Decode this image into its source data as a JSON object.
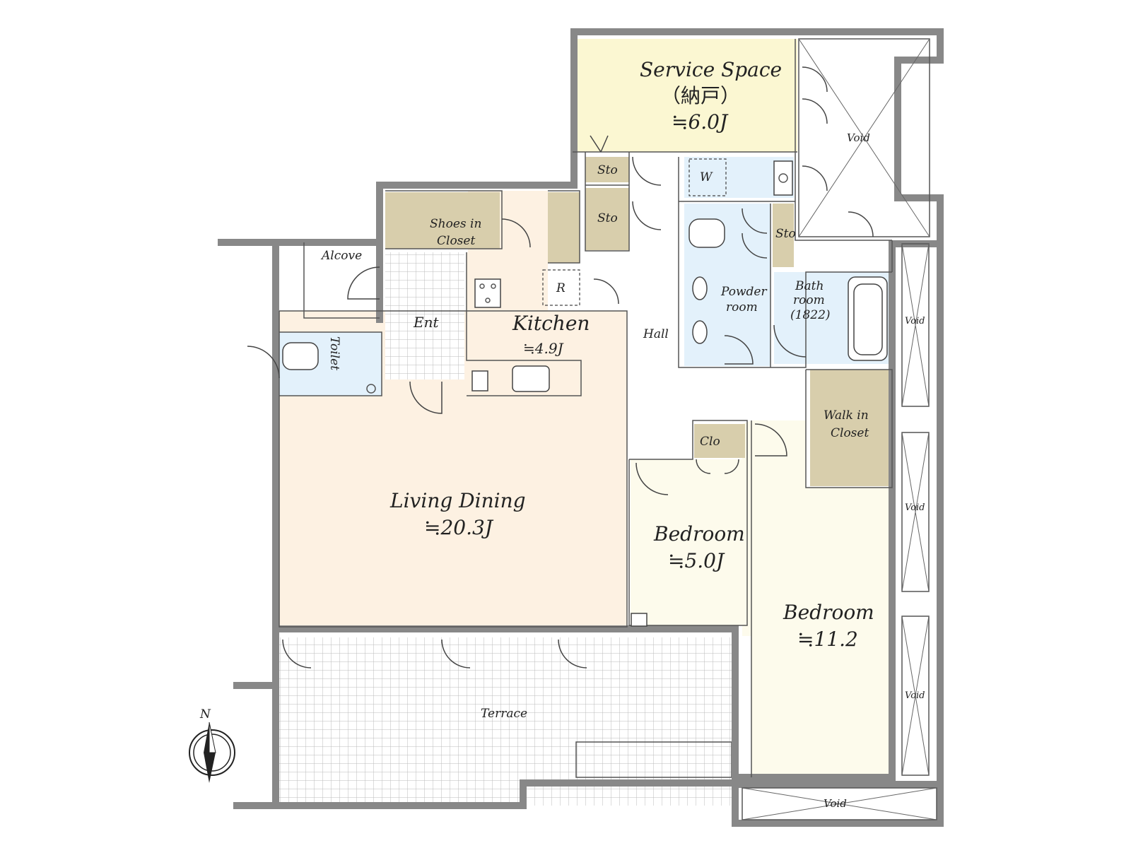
{
  "rooms": {
    "service_space": {
      "name": "Service Space",
      "sub": "（納戸）",
      "area": "≒6.0J"
    },
    "kitchen": {
      "name": "Kitchen",
      "area": "≒4.9J"
    },
    "living_dining": {
      "name": "Living Dining",
      "area": "≒20.3J"
    },
    "bedroom_small": {
      "name": "Bedroom",
      "area": "≒5.0J"
    },
    "bedroom_large": {
      "name": "Bedroom",
      "area": "≒11.2"
    },
    "bath": {
      "line1": "Bath",
      "line2": "room",
      "line3": "(1822)"
    },
    "powder": {
      "line1": "Powder",
      "line2": "room"
    },
    "walk_in_closet": {
      "line1": "Walk in",
      "line2": "Closet"
    },
    "shoes_closet": {
      "line1": "Shoes in",
      "line2": "Closet"
    }
  },
  "labels": {
    "alcove": "Alcove",
    "entrance": "Ent",
    "toilet": "Toilet",
    "hall": "Hall",
    "terrace": "Terrace",
    "storage": "Sto",
    "closet": "Clo",
    "refrigerator": "R",
    "washer": "W",
    "void": "Void",
    "compass_north": "N"
  },
  "colors": {
    "service_space": "#fbf7d2",
    "living": "#fdf1e2",
    "bedroom": "#fdfbec",
    "wet_area": "#e3f1fb",
    "storage": "#d8ceac",
    "wall": "#9a9a9a"
  }
}
